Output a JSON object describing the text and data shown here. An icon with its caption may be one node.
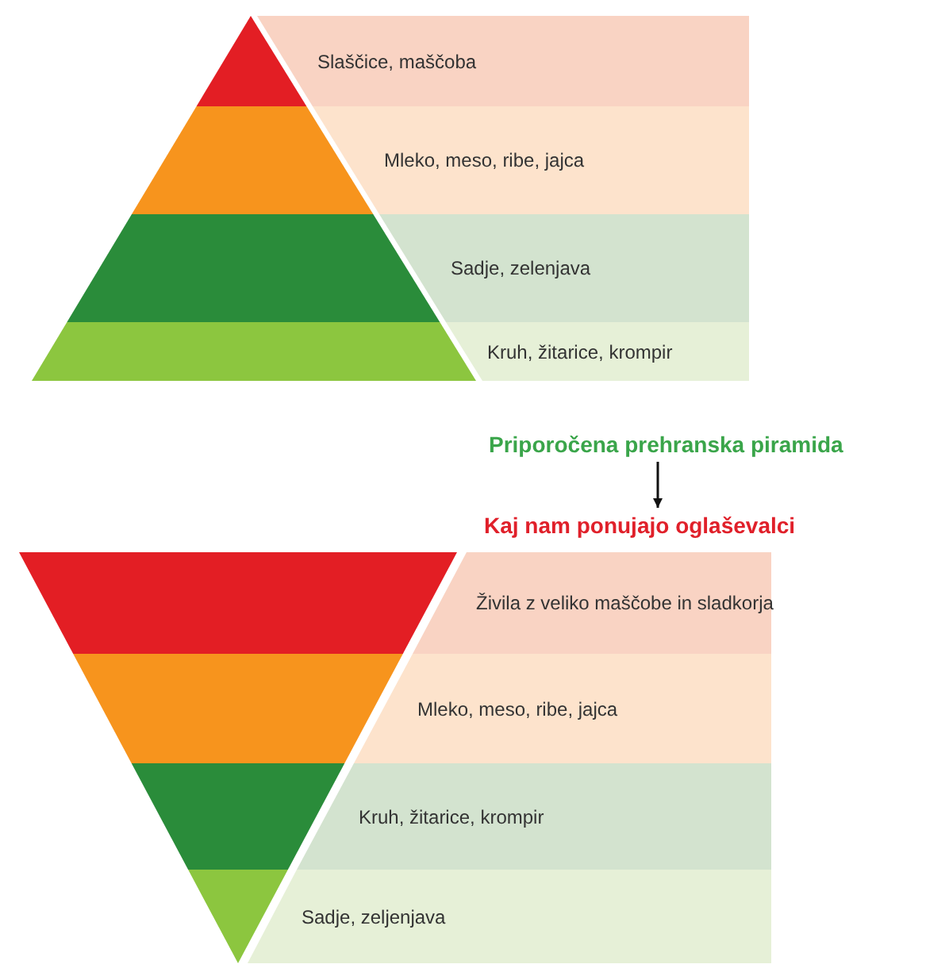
{
  "diagram": {
    "nodes": [
      {
        "text": [
          "Slaščice, maščoba"
        ]
      },
      {
        "text": [
          "Mleko, meso, ribe, jajca"
        ]
      },
      {
        "text": [
          "Sadje, zelenjava"
        ]
      },
      {
        "text": [
          "Kruh, žitarice, krompir"
        ]
      },
      {
        "text": [
          "Priporočena prehranska piramida"
        ]
      },
      {
        "text": [
          "Kaj nam ponujajo oglaševalci"
        ]
      },
      {
        "text": [
          "Živila z veliko maščobe in sladkorja"
        ]
      },
      {
        "text": [
          "Mleko, meso, ribe, jajca"
        ]
      },
      {
        "text": [
          "Kruh, žitarice, krompir"
        ]
      },
      {
        "text": [
          "Sadje, zeljenjava"
        ]
      }
    ],
    "edges": [
      {
        "from": 4,
        "to": 5,
        "arrow": "to"
      }
    ]
  }
}
